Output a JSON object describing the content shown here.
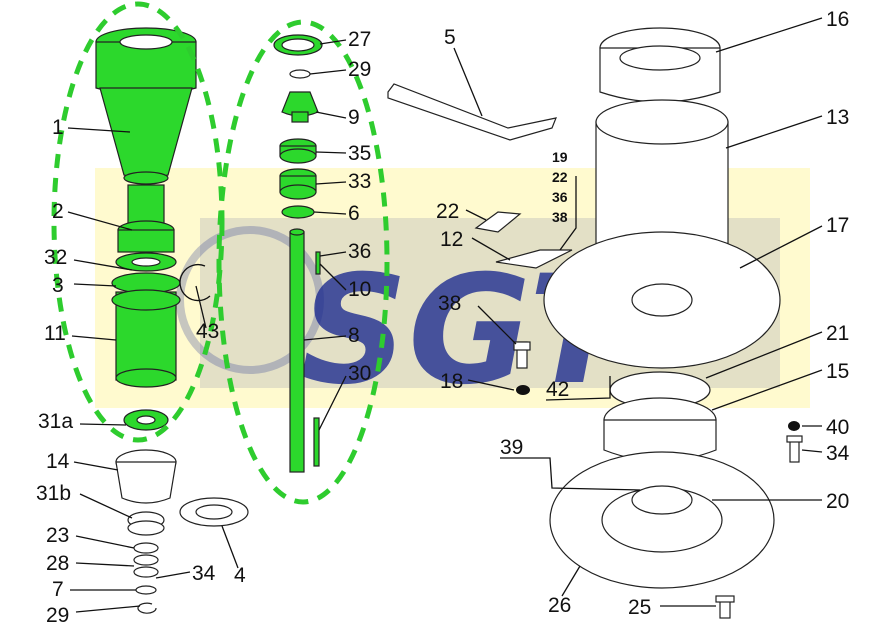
{
  "callouts": {
    "c1": "1",
    "c2": "2",
    "c32": "32",
    "c3": "3",
    "c11": "11",
    "c31a": "31a",
    "c14": "14",
    "c31b": "31b",
    "c23": "23",
    "c28": "28",
    "c7": "7",
    "c29b": "29",
    "c43": "43",
    "c4": "4",
    "c34a": "34",
    "c27": "27",
    "c29": "29",
    "c9": "9",
    "c35": "35",
    "c33": "33",
    "c6": "6",
    "c36": "36",
    "c10": "10",
    "c8": "8",
    "c30": "30",
    "c5": "5",
    "c22": "22",
    "c12": "12",
    "c38": "38",
    "c18": "18",
    "c42": "42",
    "c39": "39",
    "c16": "16",
    "c13": "13",
    "c17": "17",
    "c21": "21",
    "c15": "15",
    "c40": "40",
    "c34b": "34",
    "c20": "20",
    "c26": "26",
    "c25": "25"
  },
  "stack_labels": [
    "19",
    "22",
    "36",
    "38"
  ],
  "watermark": "SGT",
  "colors": {
    "highlight": "#2cd82c",
    "outline": "#2ecc2e",
    "watermark": "#1b2a8f",
    "ink": "#111111"
  }
}
